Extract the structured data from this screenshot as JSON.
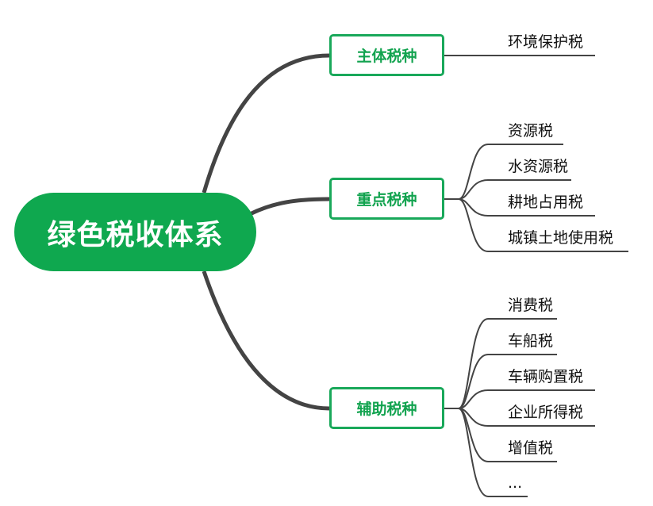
{
  "root": {
    "label": "绿色税收体系",
    "color": "#0fa84f"
  },
  "branches": [
    {
      "label": "主体税种",
      "leaves": [
        "环境保护税"
      ]
    },
    {
      "label": "重点税种",
      "leaves": [
        "资源税",
        "水资源税",
        "耕地占用税",
        "城镇土地使用税"
      ]
    },
    {
      "label": "辅助税种",
      "leaves": [
        "消费税",
        "车船税",
        "车辆购置税",
        "企业所得税",
        "增值税",
        "..."
      ]
    }
  ],
  "colors": {
    "branch_border": "#19a85a",
    "branch_text": "#12a34f",
    "connector": "#444444"
  }
}
